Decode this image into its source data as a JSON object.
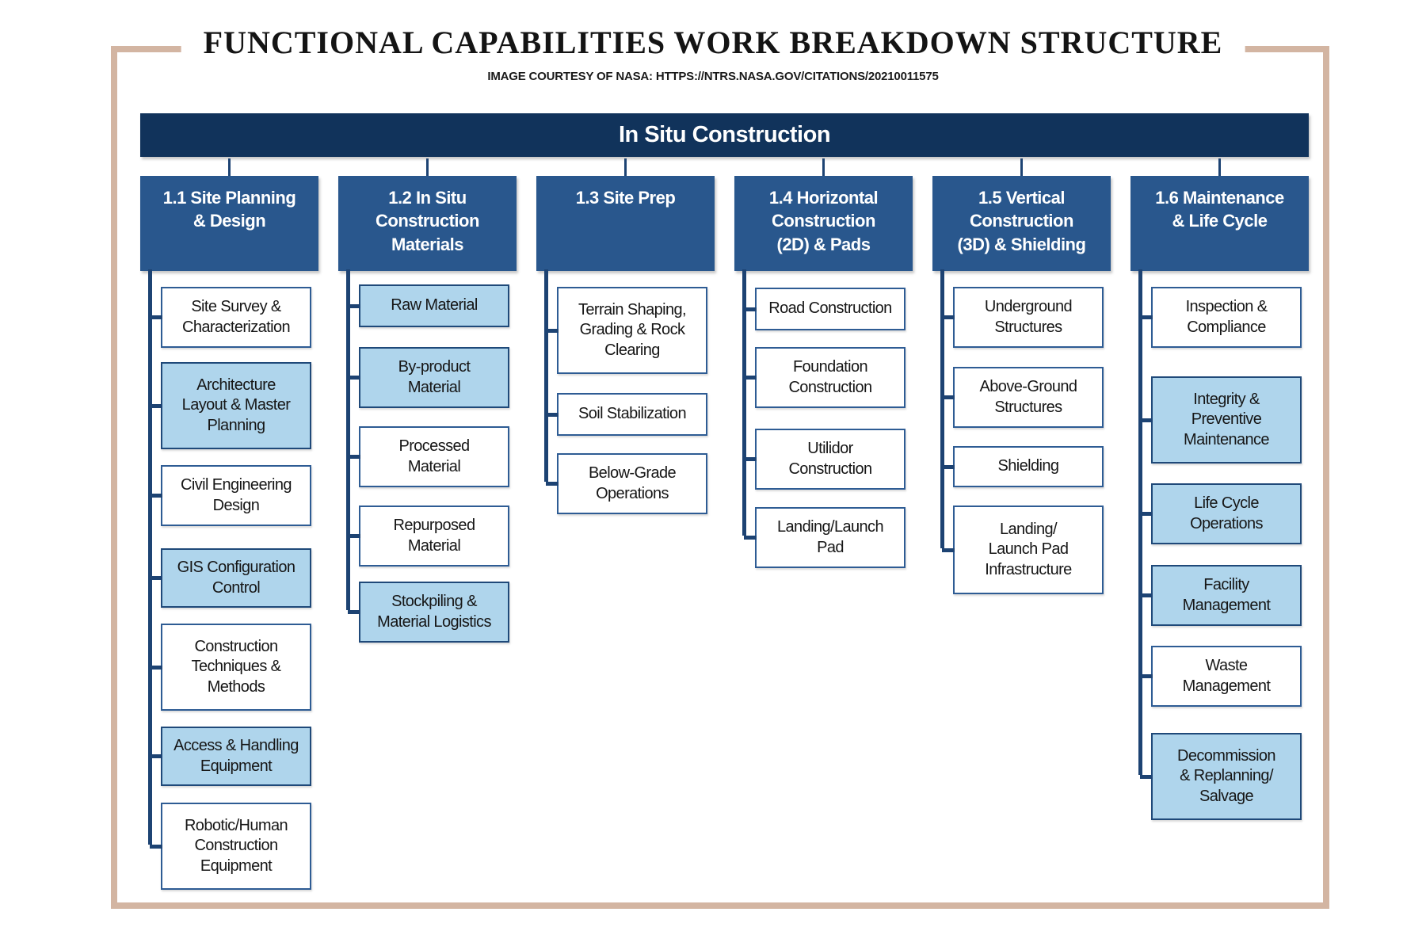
{
  "page": {
    "title": "FUNCTIONAL CAPABILITIES WORK BREAKDOWN STRUCTURE",
    "subtitle": "IMAGE COURTESY OF NASA: HTTPS://NTRS.NASA.GOV/CITATIONS/20210011575"
  },
  "root": {
    "label": "In Situ Construction"
  },
  "colors": {
    "banner_fill": "#11335B",
    "column_header_fill": "#29578D",
    "highlight_fill": "#AFD5EC",
    "white_box_border": "#2E5C94",
    "connector_line": "#1D4373",
    "frame_border": "#D3B5A2"
  },
  "columns": [
    {
      "header": "1.1 Site Planning\n& Design",
      "items": [
        {
          "label": "Site Survey &\nCharacterization",
          "highlighted": false
        },
        {
          "label": "Architecture\nLayout & Master\nPlanning",
          "highlighted": true
        },
        {
          "label": "Civil Engineering\nDesign",
          "highlighted": false
        },
        {
          "label": "GIS Configuration\nControl",
          "highlighted": true
        },
        {
          "label": "Construction\nTechniques &\nMethods",
          "highlighted": false
        },
        {
          "label": "Access & Handling\nEquipment",
          "highlighted": true
        },
        {
          "label": "Robotic/Human\nConstruction\nEquipment",
          "highlighted": false
        }
      ]
    },
    {
      "header": "1.2 In Situ\nConstruction\nMaterials",
      "items": [
        {
          "label": "Raw Material",
          "highlighted": true
        },
        {
          "label": "By-product\nMaterial",
          "highlighted": true
        },
        {
          "label": "Processed\nMaterial",
          "highlighted": false
        },
        {
          "label": "Repurposed\nMaterial",
          "highlighted": false
        },
        {
          "label": "Stockpiling &\nMaterial Logistics",
          "highlighted": true
        }
      ]
    },
    {
      "header": "1.3 Site Prep",
      "items": [
        {
          "label": "Terrain Shaping,\nGrading & Rock\nClearing",
          "highlighted": false
        },
        {
          "label": "Soil Stabilization",
          "highlighted": false
        },
        {
          "label": "Below-Grade\nOperations",
          "highlighted": false
        }
      ]
    },
    {
      "header": "1.4 Horizontal\nConstruction\n(2D) & Pads",
      "items": [
        {
          "label": "Road Construction",
          "highlighted": false
        },
        {
          "label": "Foundation\nConstruction",
          "highlighted": false
        },
        {
          "label": "Utilidor\nConstruction",
          "highlighted": false
        },
        {
          "label": "Landing/Launch\nPad",
          "highlighted": false
        }
      ]
    },
    {
      "header": "1.5 Vertical\nConstruction\n(3D) & Shielding",
      "items": [
        {
          "label": "Underground\nStructures",
          "highlighted": false
        },
        {
          "label": "Above-Ground\nStructures",
          "highlighted": false
        },
        {
          "label": "Shielding",
          "highlighted": false
        },
        {
          "label": "Landing/\nLaunch Pad\nInfrastructure",
          "highlighted": false
        }
      ]
    },
    {
      "header": "1.6 Maintenance\n& Life Cycle",
      "items": [
        {
          "label": "Inspection &\nCompliance",
          "highlighted": false
        },
        {
          "label": "Integrity &\nPreventive\nMaintenance",
          "highlighted": true
        },
        {
          "label": "Life Cycle\nOperations",
          "highlighted": true
        },
        {
          "label": "Facility\nManagement",
          "highlighted": true
        },
        {
          "label": "Waste\nManagement",
          "highlighted": false
        },
        {
          "label": "Decommission\n& Replanning/\nSalvage",
          "highlighted": true
        }
      ]
    }
  ]
}
